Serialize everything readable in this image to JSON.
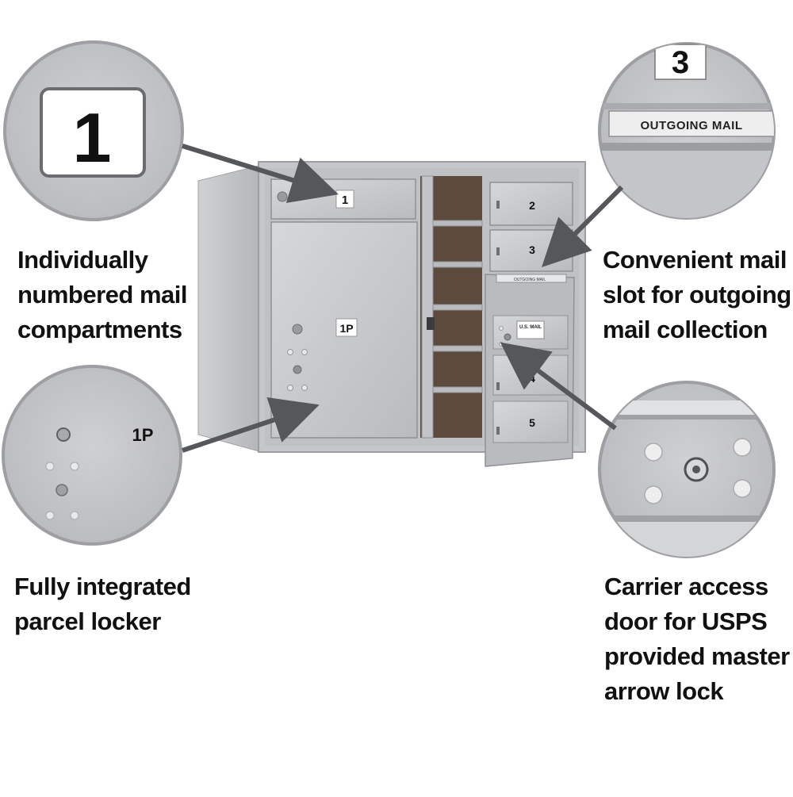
{
  "callouts": {
    "numbered": {
      "lines": [
        "Individually",
        "numbered mail",
        "compartments"
      ]
    },
    "slot": {
      "lines": [
        "Convenient mail",
        "slot for outgoing",
        "mail collection"
      ]
    },
    "parcel": {
      "lines": [
        "Fully integrated",
        "parcel locker"
      ]
    },
    "carrier": {
      "lines": [
        "Carrier access",
        "door for USPS",
        "provided master",
        "arrow lock"
      ]
    }
  },
  "zoom_labels": {
    "compartment_number": "1",
    "outgoing_number": "3",
    "outgoing_slot": "OUTGOING MAIL",
    "parcel_label": "1P"
  },
  "mailbox": {
    "door_labels": [
      "1",
      "1P",
      "2",
      "3",
      "4",
      "5"
    ],
    "slot_tag": "OUTGOING MAIL",
    "carrier_plate": "U.S. MAIL"
  },
  "colors": {
    "aluminum": "#c9cacc",
    "aluminum_dark": "#a9abae",
    "interior": "#5a4a3c",
    "arrow": "#5a5c60",
    "circle_bg": "#c4c5c7"
  }
}
